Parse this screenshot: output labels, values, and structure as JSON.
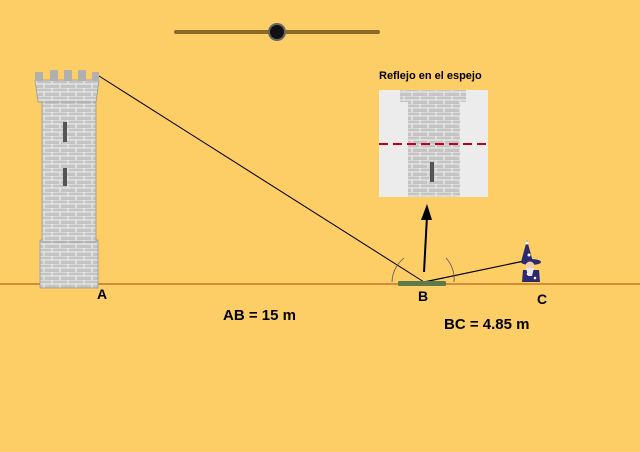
{
  "slider": {
    "value_fraction": 0.5
  },
  "mirror_panel": {
    "title": "Reflejo en el espejo"
  },
  "points": {
    "a": "A",
    "b": "B",
    "c": "C"
  },
  "measurements": {
    "ab": "AB = 15 m",
    "bc": "BC = 4.85 m"
  },
  "colors": {
    "background": "#fdcd66",
    "ground_line": "#b5651d",
    "mirror": "#5c7a4a",
    "reflection_marker": "#c0001a",
    "stone": "#bdbdbd"
  }
}
